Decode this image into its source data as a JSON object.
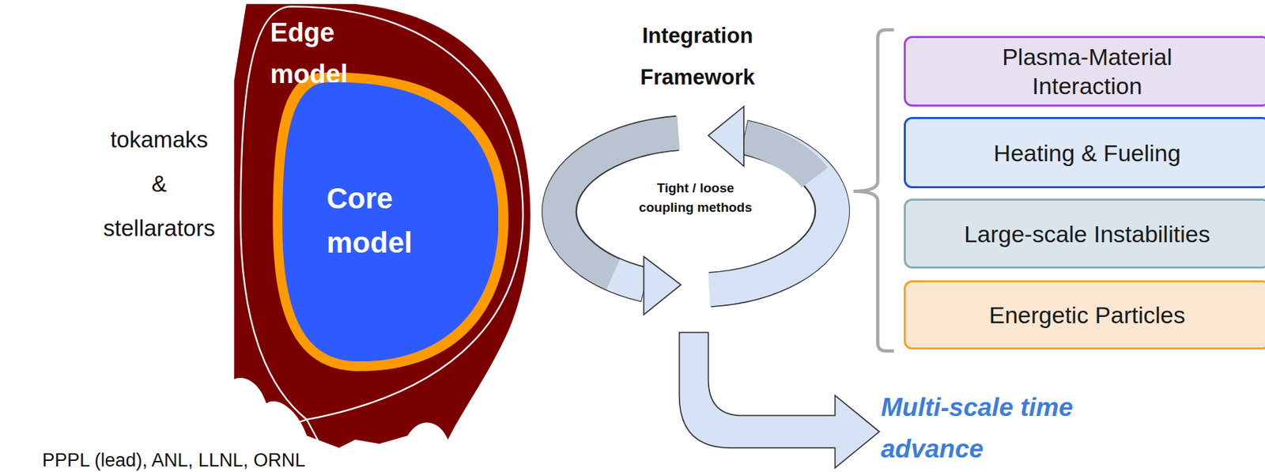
{
  "diagram": {
    "nodes": [
      {
        "text": [
          "Edge model"
        ]
      },
      {
        "text": [
          "Core model"
        ],
        "in": 0
      },
      {
        "text": [
          "Plasma-Material Interaction"
        ]
      },
      {
        "text": [
          "Heating & Fueling"
        ]
      },
      {
        "text": [
          "Large-scale Instabilities"
        ]
      },
      {
        "text": [
          "Energetic Particles"
        ]
      }
    ],
    "labels": [
      "tokamaks & stellarators",
      "Integration Framework",
      "Tight / loose coupling methods",
      "Multi-scale time advance",
      "PPPL (lead), ANL, LLNL, ORNL"
    ]
  }
}
